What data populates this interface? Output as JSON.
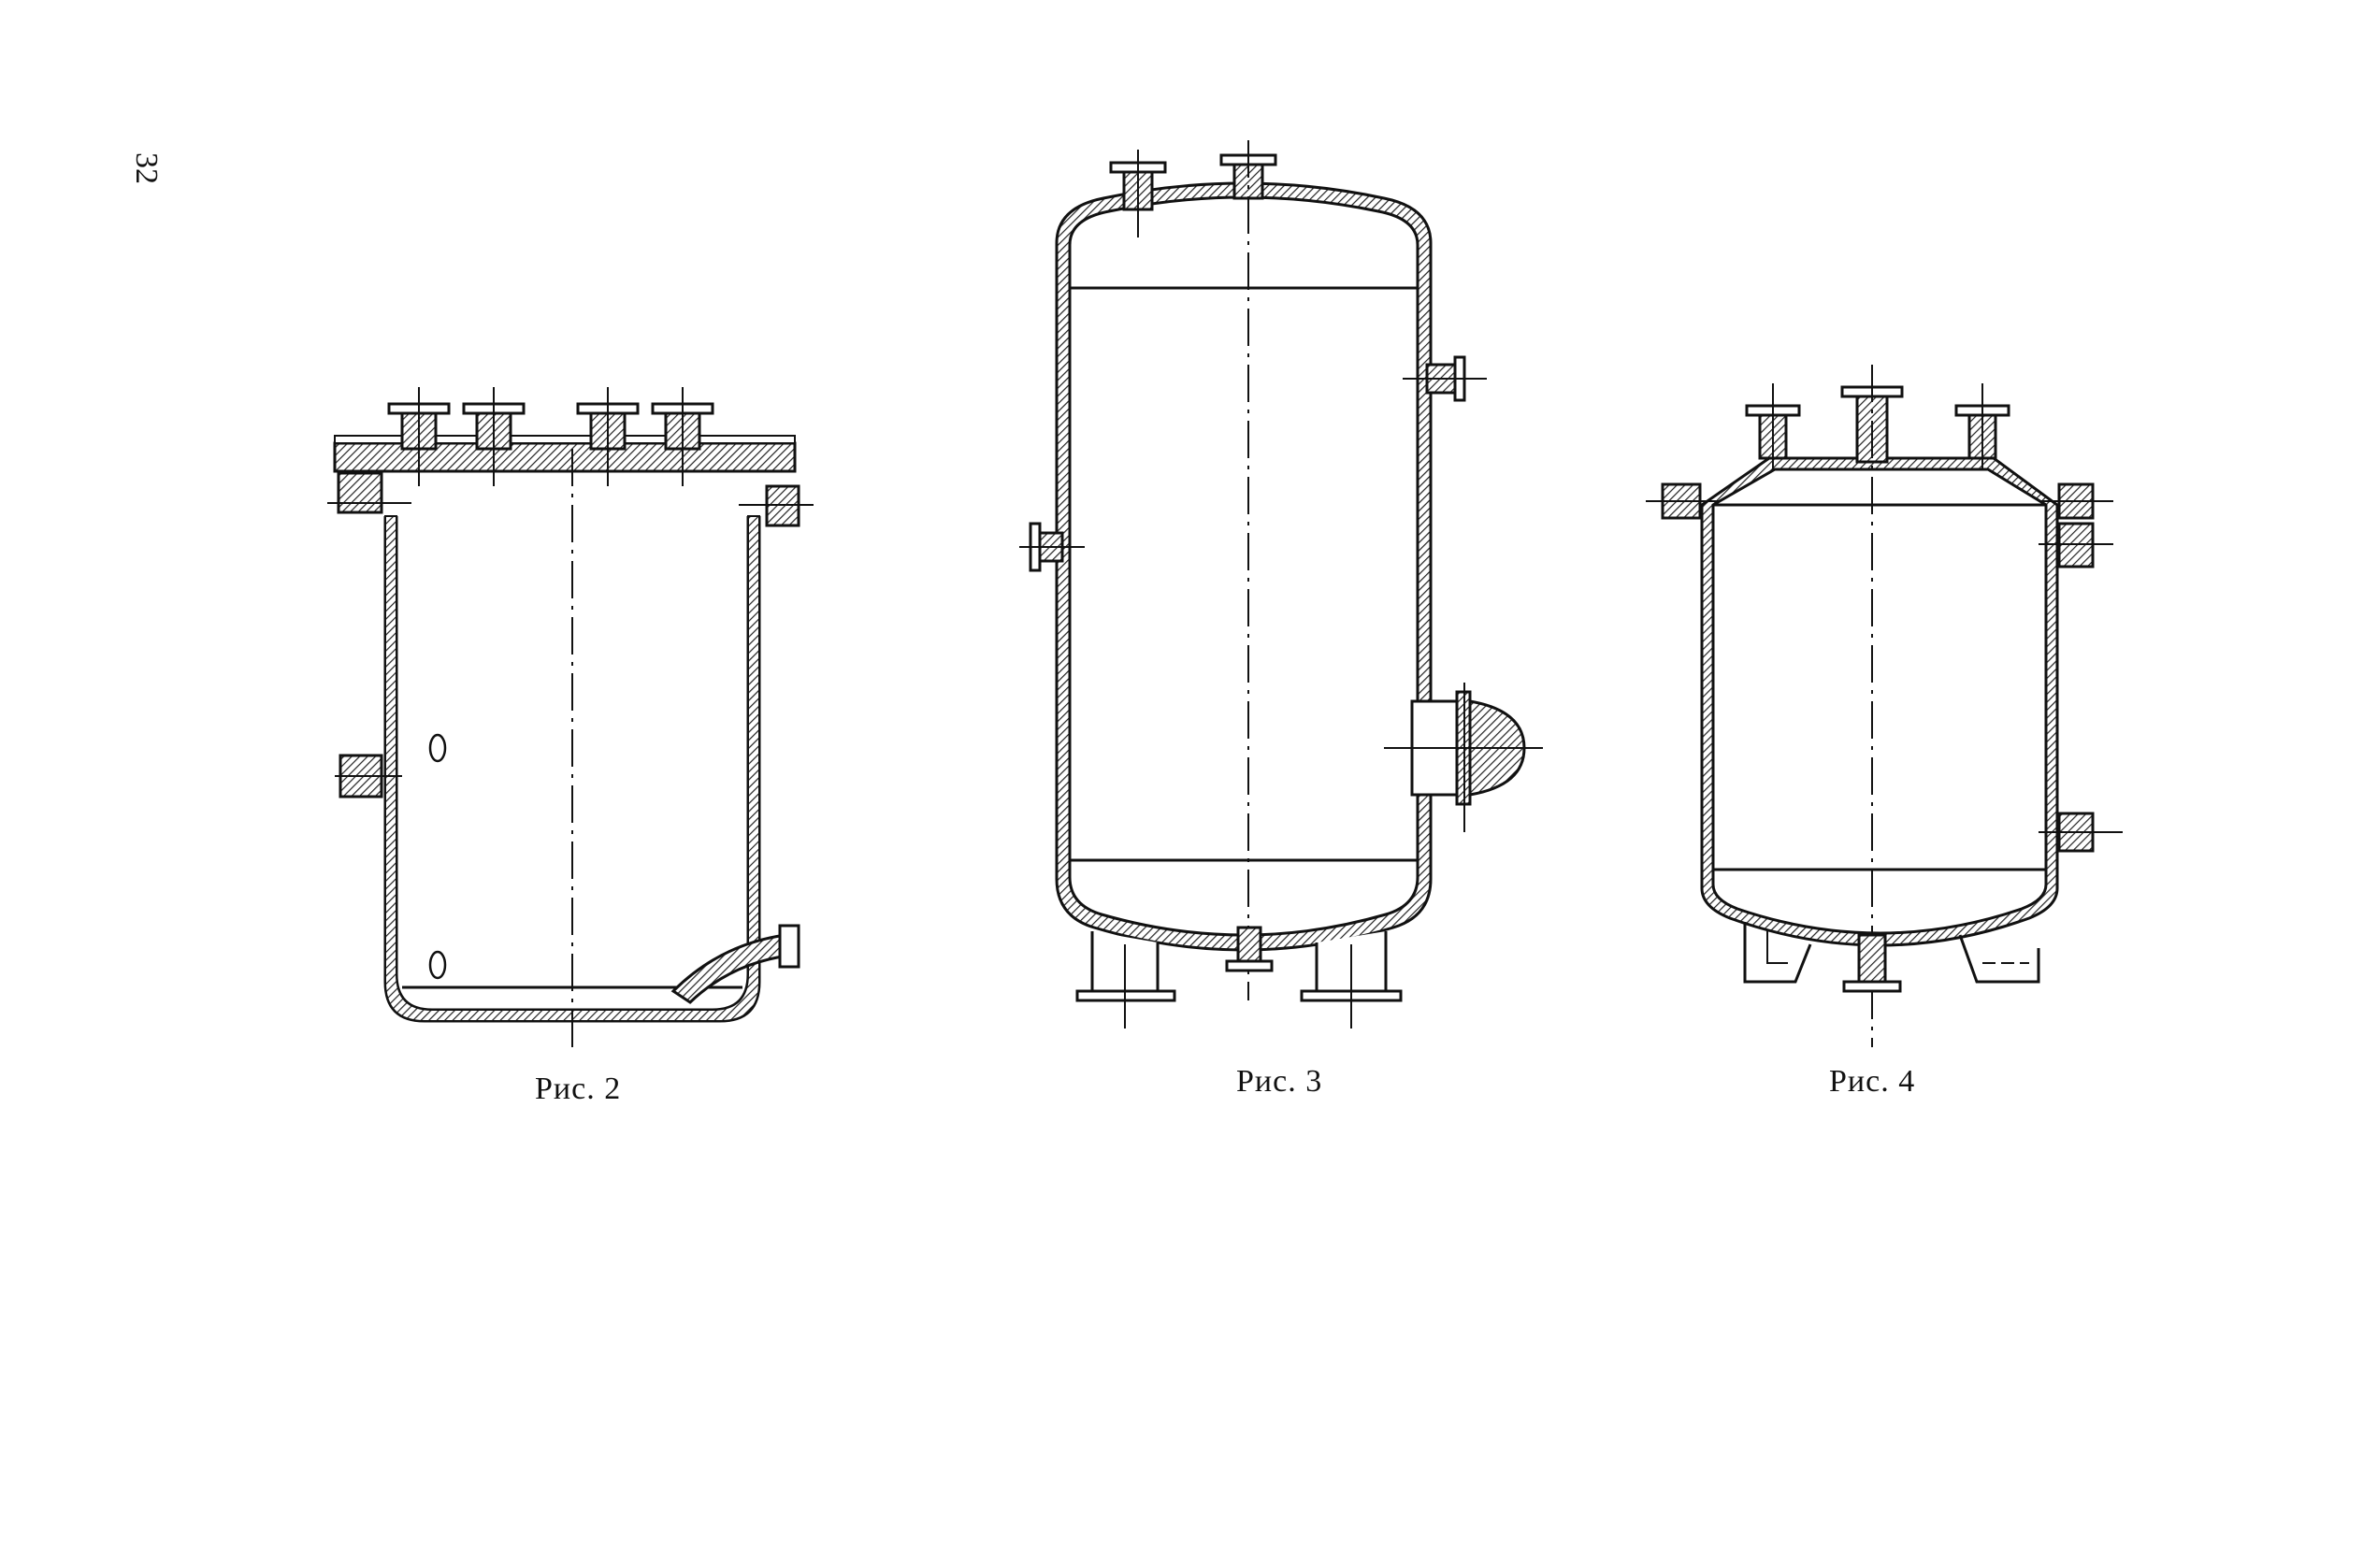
{
  "page": {
    "page_number": "32"
  },
  "figures": [
    {
      "id": "fig2",
      "caption": "Рис. 2"
    },
    {
      "id": "fig3",
      "caption": "Рис. 3"
    },
    {
      "id": "fig4",
      "caption": "Рис. 4"
    }
  ]
}
